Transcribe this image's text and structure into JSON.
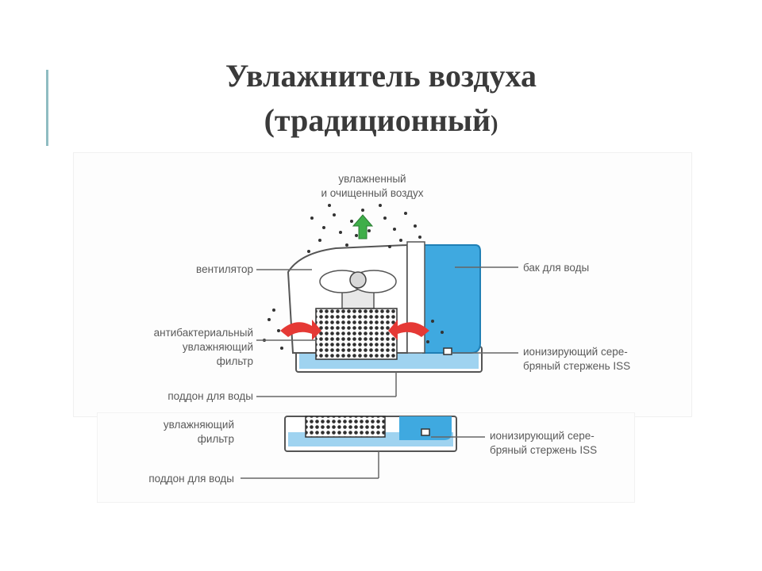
{
  "title": {
    "line1": "Увлажнитель воздуха",
    "line2_main": "(традиционный",
    "line2_close": ")"
  },
  "labels": {
    "top_air_line1": "увлажненный",
    "top_air_line2": "и очищенный воздух",
    "fan": "вентилятор",
    "filter_line1": "антибактериальный",
    "filter_line2": "увлажняющий",
    "filter_line3": "фильтр",
    "tray": "поддон для воды",
    "tank": "бак для воды",
    "ionizer_line1": "ионизирующий сере-",
    "ionizer_line2": "бряный стержень ISS"
  },
  "duplicate_labels": {
    "filter_line1": "увлажняющий",
    "filter_line2": "фильтр",
    "tray": "поддон для воды",
    "ionizer_line1": "ионизирующий сере-",
    "ionizer_line2": "бряный стержень ISS"
  },
  "colors": {
    "tank_blue": "#3fa9e0",
    "water_blue": "#9fd3f0",
    "arrow_green": "#3fae49",
    "arrow_red": "#e53935",
    "line": "#666666"
  },
  "icons": {
    "fan": "fan-icon",
    "arrow_up": "arrow-up-icon",
    "arrow_in": "arrow-in-icon"
  }
}
